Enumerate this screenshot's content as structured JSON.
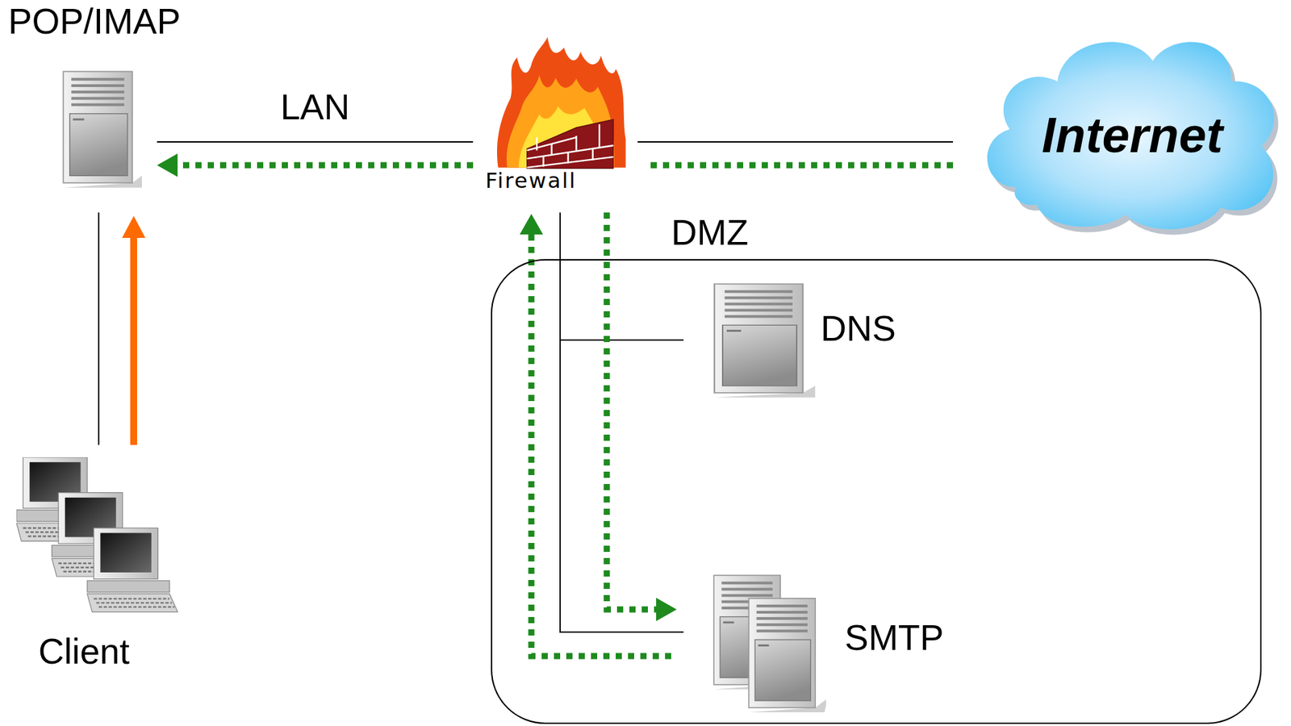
{
  "diagram": {
    "nodes": [
      {
        "text": [
          "POP/IMAP"
        ]
      },
      {
        "text": [
          "Firewall"
        ]
      },
      {
        "text": [
          "Internet"
        ]
      },
      {
        "text": [
          "DMZ"
        ]
      },
      {
        "text": [
          "DNS"
        ],
        "in": 3
      },
      {
        "text": [
          "SMTP"
        ],
        "in": 3
      },
      {
        "text": [
          "Client"
        ]
      }
    ],
    "edges": [
      {
        "from": 0,
        "to": 1,
        "arrow": "none",
        "label": "LAN"
      },
      {
        "from": 1,
        "to": 2,
        "arrow": "none"
      },
      {
        "from": 1,
        "to": 4,
        "arrow": "none"
      },
      {
        "from": 1,
        "to": 5,
        "arrow": "none"
      },
      {
        "from": 6,
        "to": 0,
        "arrow": "none"
      },
      {
        "from": 6,
        "to": 0,
        "arrow": "to"
      },
      {
        "from": 2,
        "to": 1,
        "arrow": "none"
      },
      {
        "from": 1,
        "to": 0,
        "arrow": "to"
      },
      {
        "from": 1,
        "to": 5,
        "arrow": "to"
      },
      {
        "from": 5,
        "to": 1,
        "arrow": "to"
      }
    ]
  }
}
